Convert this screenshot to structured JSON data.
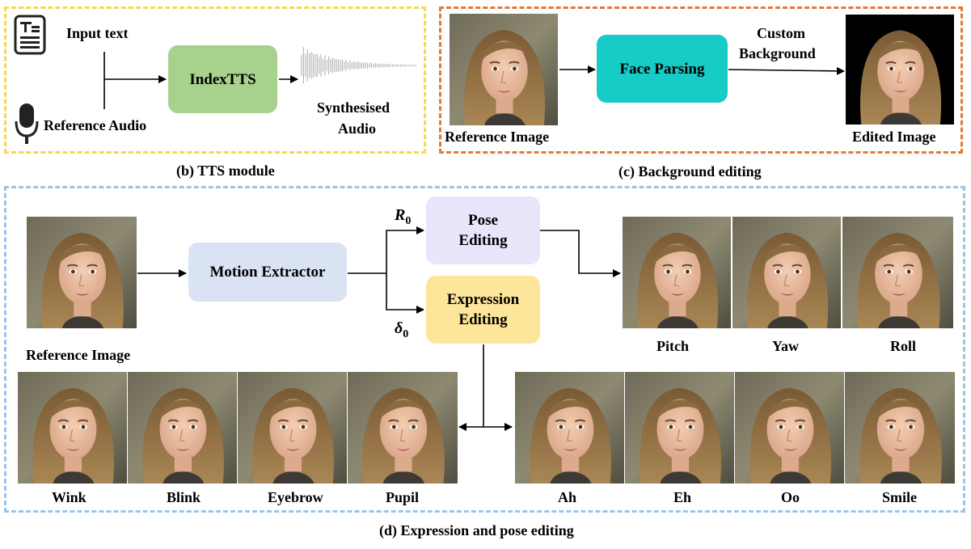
{
  "panel_b": {
    "input_text": "Input text",
    "reference_audio": "Reference Audio",
    "tts_box": "IndexTTS",
    "synth_line1": "Synthesised",
    "synth_line2": "Audio",
    "caption": "(b) TTS module"
  },
  "panel_c": {
    "reference_image": "Reference Image",
    "face_parsing": "Face Parsing",
    "custom_line1": "Custom",
    "custom_line2": "Background",
    "edited_image": "Edited Image",
    "caption": "(c) Background editing"
  },
  "panel_d": {
    "reference_image": "Reference Image",
    "motion_extractor": "Motion Extractor",
    "pose_line1": "Pose",
    "pose_line2": "Editing",
    "expr_line1": "Expression",
    "expr_line2": "Editing",
    "r0_symbol": "R",
    "r0_sub": "0",
    "delta_symbol": "δ",
    "delta_sub": "0",
    "pose_labels": [
      "Pitch",
      "Yaw",
      "Roll"
    ],
    "expression_labels_left": [
      "Wink",
      "Blink",
      "Eyebrow",
      "Pupil"
    ],
    "expression_labels_right": [
      "Ah",
      "Eh",
      "Oo",
      "Smile"
    ],
    "caption": "(d) Expression and pose editing"
  },
  "colors": {
    "tts_green": "#a9d18e",
    "face_parsing_teal": "#17cbc6",
    "motion_blue": "#dae3f3",
    "pose_lavender": "#e8e6fb",
    "expression_yellow": "#fde699",
    "border_yellow": "#f5d84e",
    "border_orange": "#e07b39",
    "border_blue": "#9dc3e6"
  }
}
